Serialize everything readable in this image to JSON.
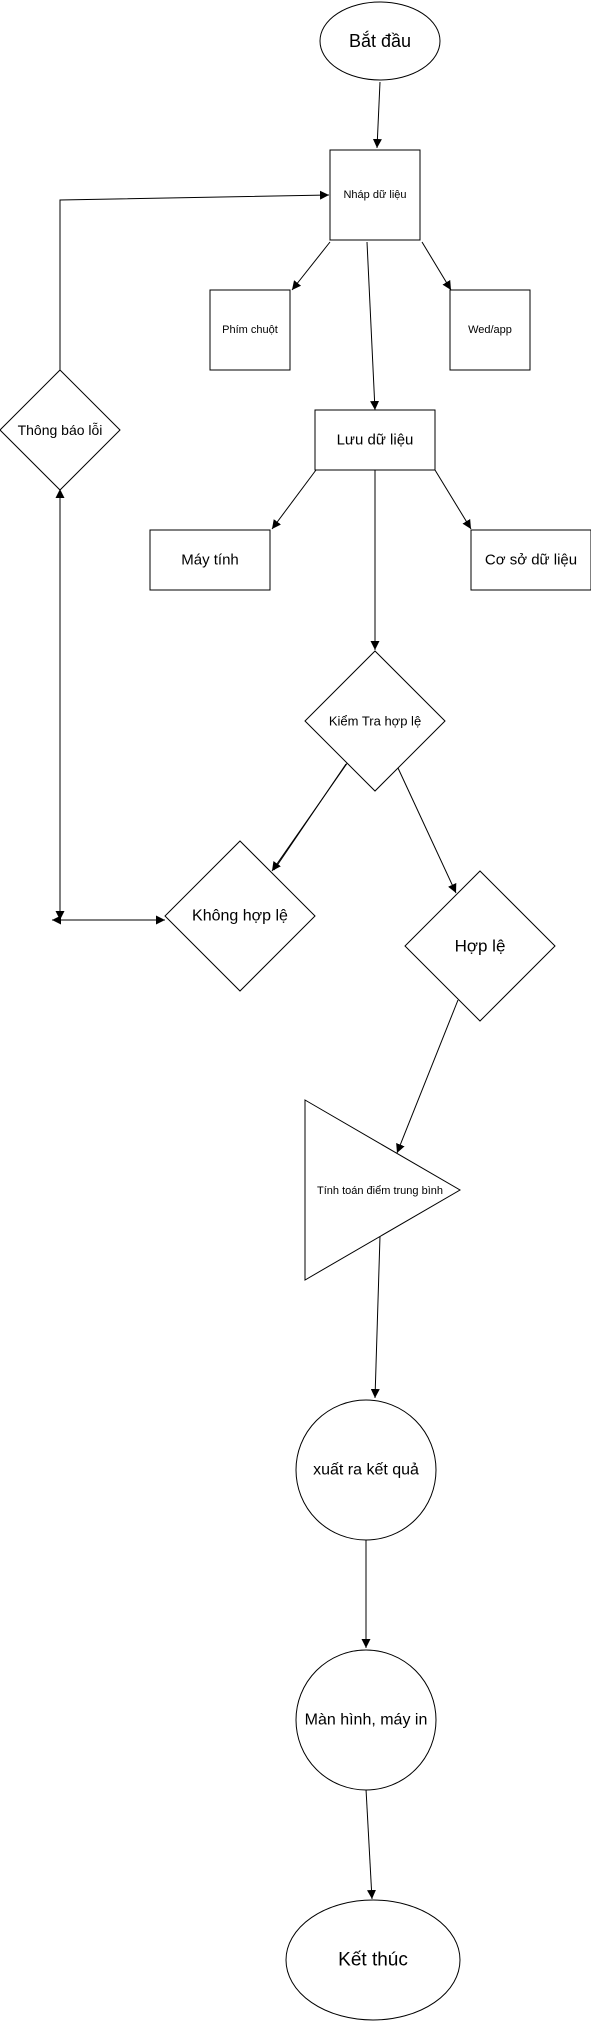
{
  "nodes": {
    "start": "Bắt đầu",
    "input": "Nháp dữ liệu",
    "mouse_keyboard": "Phím chuột",
    "web_app": "Wed/app",
    "store": "Lưu dữ liệu",
    "computer": "Máy tính",
    "database": "Cơ sở dữ liệu",
    "validate": "Kiểm Tra hợp lệ",
    "invalid": "Không hợp lệ",
    "valid": "Hợp lệ",
    "error": "Thông báo lỗi",
    "compute": "Tính toán điểm trung bình",
    "output": "xuất ra kết quả",
    "display": "Màn hình, máy in",
    "end": "Kết thúc"
  },
  "colors": {
    "stroke": "#000000",
    "fill": "#ffffff",
    "text": "#000000"
  }
}
